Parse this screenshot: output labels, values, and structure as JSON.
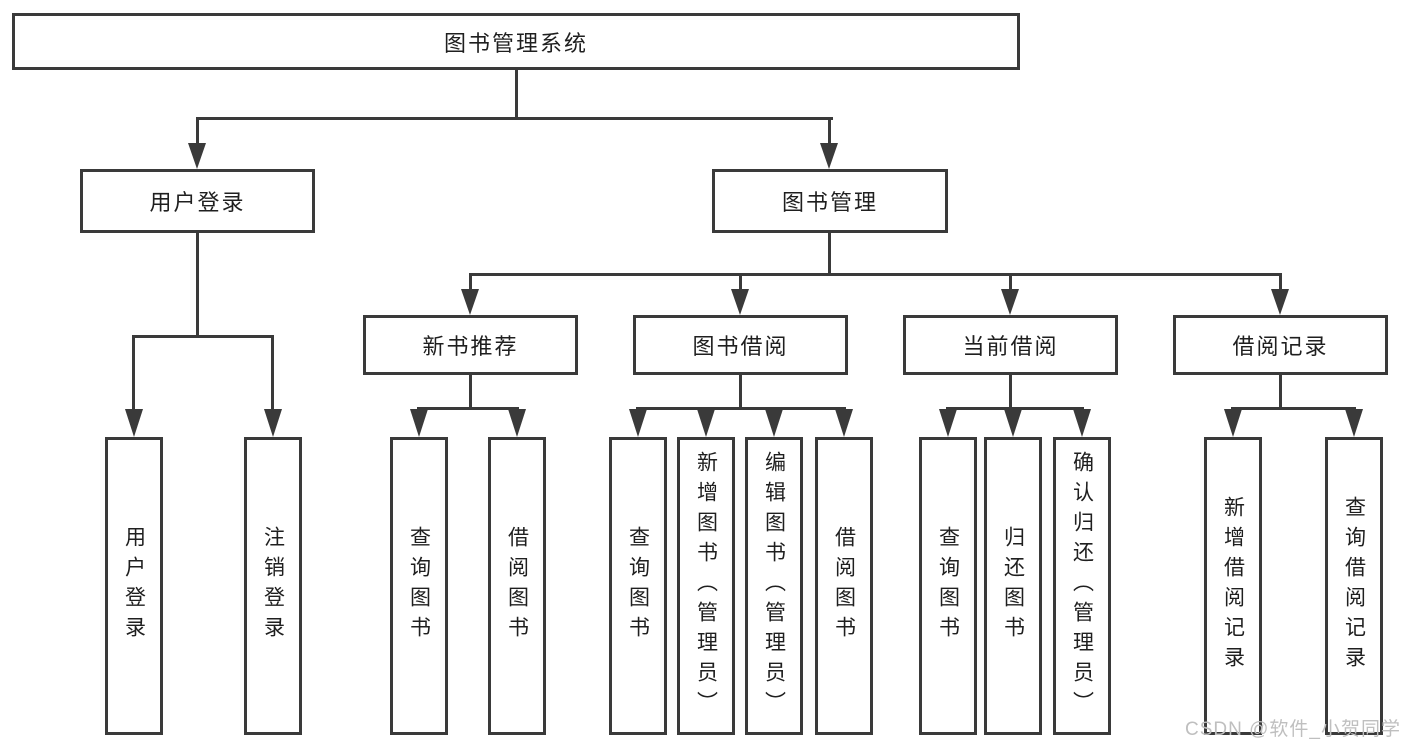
{
  "colors": {
    "line": "#3a3a3a",
    "text": "#1f1f1f",
    "watermark": "#bfbfbf",
    "bg": "#ffffff"
  },
  "tree": {
    "label": "图书管理系统",
    "children": [
      {
        "label": "用户登录",
        "children": [
          {
            "label": "用户登录"
          },
          {
            "label": "注销登录"
          }
        ]
      },
      {
        "label": "图书管理",
        "children": [
          {
            "label": "新书推荐",
            "children": [
              {
                "label": "查询图书"
              },
              {
                "label": "借阅图书"
              }
            ]
          },
          {
            "label": "图书借阅",
            "children": [
              {
                "label": "查询图书"
              },
              {
                "label": "新增图书（管理员）"
              },
              {
                "label": "编辑图书（管理员）"
              },
              {
                "label": "借阅图书"
              }
            ]
          },
          {
            "label": "当前借阅",
            "children": [
              {
                "label": "查询图书"
              },
              {
                "label": "归还图书"
              },
              {
                "label": "确认归还（管理员）"
              }
            ]
          },
          {
            "label": "借阅记录",
            "children": [
              {
                "label": "新增借阅记录"
              },
              {
                "label": "查询借阅记录"
              }
            ]
          }
        ]
      }
    ]
  },
  "watermark": "CSDN @软件_小贺同学"
}
